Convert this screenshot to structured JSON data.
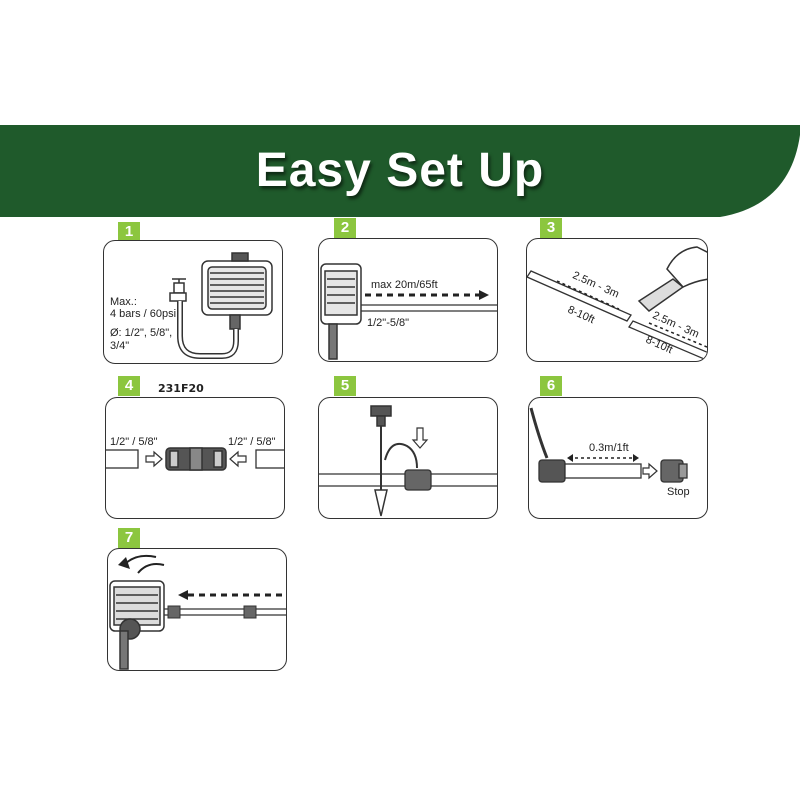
{
  "title": "Easy Set Up",
  "colors": {
    "banner": "#1f5a2b",
    "badge": "#8cc63f",
    "outline": "#333333"
  },
  "steps": [
    {
      "number": "1",
      "labels": [
        "Max.:",
        "4 bars / 60psi",
        "Ø: 1/2\", 5/8\",",
        "3/4\""
      ]
    },
    {
      "number": "2",
      "labels": [
        "max 20m/65ft",
        "1/2\"-5/8\""
      ]
    },
    {
      "number": "3",
      "labels": [
        "2.5m - 3m",
        "8-10ft",
        "2.5m - 3m",
        "8-10ft"
      ]
    },
    {
      "number": "4",
      "code": "231F20",
      "labels": [
        "1/2\" / 5/8\"",
        "1/2\" / 5/8\""
      ]
    },
    {
      "number": "5",
      "labels": []
    },
    {
      "number": "6",
      "labels": [
        "0.3m/1ft",
        "Stop"
      ]
    },
    {
      "number": "7",
      "labels": []
    }
  ],
  "icons": [
    "hose-reel-icon",
    "tap-icon",
    "arrow-icon",
    "cutter-icon",
    "connector-icon",
    "dripper-stake-icon",
    "end-stop-icon",
    "rotate-arrow-icon"
  ]
}
